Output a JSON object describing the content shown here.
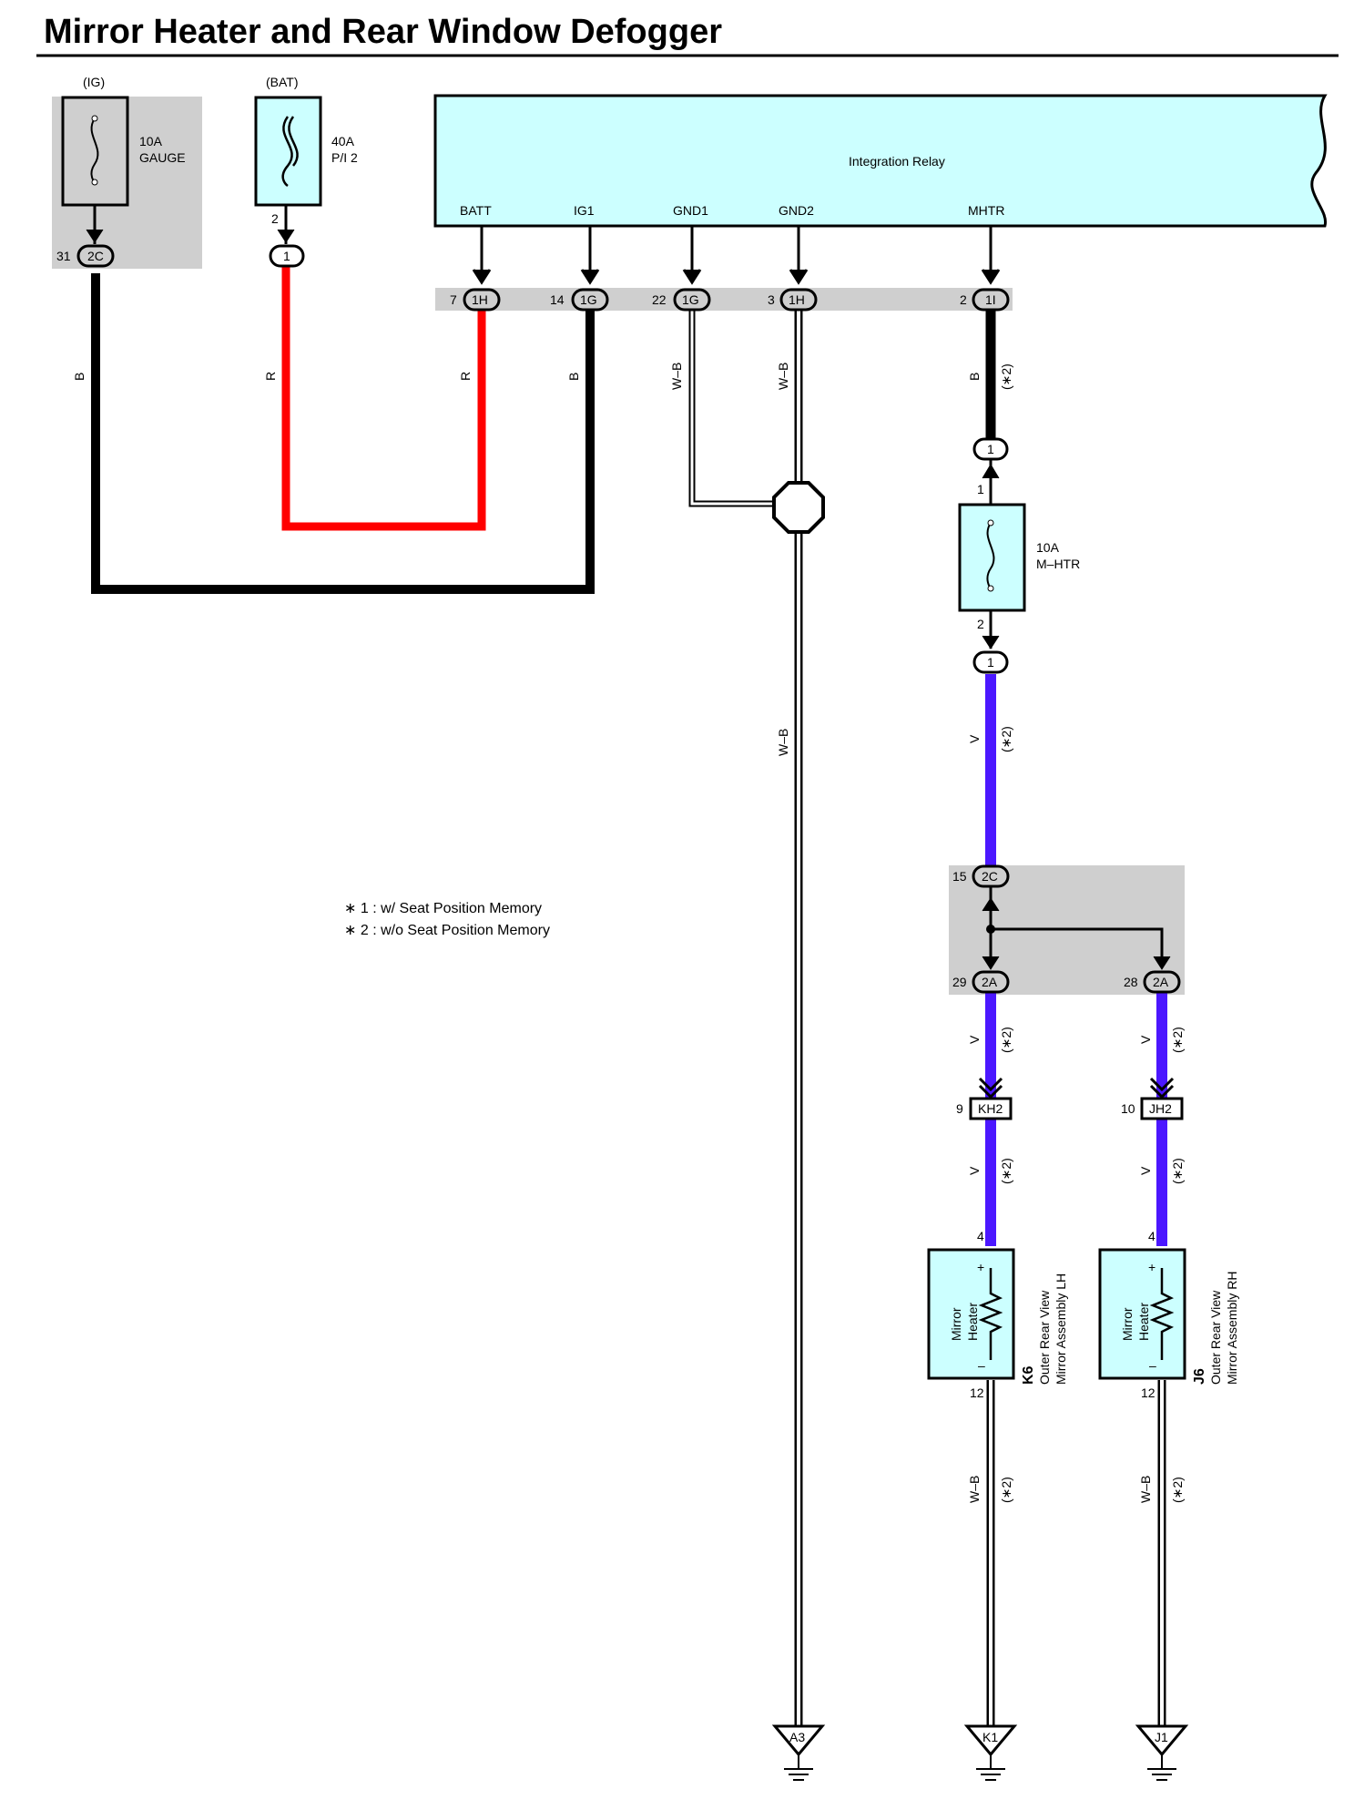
{
  "title": "Mirror Heater and Rear Window Defogger",
  "colors": {
    "wire_black": "#000000",
    "wire_red": "#ff0000",
    "wire_violet": "#4b17ff",
    "component_fill": "#ccffff",
    "junction_fill": "#cfcfcf"
  },
  "fuses": {
    "gauge": {
      "source": "(IG)",
      "rating": "10A",
      "name": "GAUGE"
    },
    "pi2": {
      "source": "(BAT)",
      "rating": "40A",
      "name": "P/I 2",
      "pin": "2"
    },
    "mhtr": {
      "rating": "10A",
      "name": "M–HTR",
      "pin_top": "1",
      "pin_bottom": "2"
    }
  },
  "relay": {
    "name": "Integration Relay",
    "terminals": [
      "BATT",
      "IG1",
      "GND1",
      "GND2",
      "MHTR"
    ]
  },
  "connectors": {
    "c_2c_31": {
      "pin": "31",
      "id": "2C"
    },
    "c_1_bat": {
      "id": "1"
    },
    "c_1h_7": {
      "pin": "7",
      "id": "1H"
    },
    "c_1g_14": {
      "pin": "14",
      "id": "1G"
    },
    "c_1g_22": {
      "pin": "22",
      "id": "1G"
    },
    "c_1h_3": {
      "pin": "3",
      "id": "1H"
    },
    "c_1i_2": {
      "pin": "2",
      "id": "1I"
    },
    "c_1_top": {
      "id": "1"
    },
    "c_1_bot": {
      "id": "1"
    },
    "c_2c_15": {
      "pin": "15",
      "id": "2C"
    },
    "c_2a_29": {
      "pin": "29",
      "id": "2A"
    },
    "c_2a_28": {
      "pin": "28",
      "id": "2A"
    },
    "c_kh2": {
      "pin": "9",
      "id": "KH2"
    },
    "c_jh2": {
      "pin": "10",
      "id": "JH2"
    }
  },
  "wires": {
    "b": "B",
    "r": "R",
    "wb": "W–B",
    "v": "V",
    "note2": "(∗2)"
  },
  "mirrors": {
    "lh": {
      "code": "K6",
      "line1": "Outer Rear View",
      "line2": "Mirror Assembly LH",
      "heater1": "Mirror",
      "heater2": "Heater",
      "plus": "+",
      "minus": "–",
      "pin_top": "4",
      "pin_bottom": "12"
    },
    "rh": {
      "code": "J6",
      "line1": "Outer Rear View",
      "line2": "Mirror Assembly RH",
      "heater1": "Mirror",
      "heater2": "Heater",
      "plus": "+",
      "minus": "–",
      "pin_top": "4",
      "pin_bottom": "12"
    }
  },
  "grounds": {
    "g1": "A3",
    "g2": "K1",
    "g3": "J1"
  },
  "notes": {
    "n1": "∗ 1 : w/ Seat Position Memory",
    "n2": "∗ 2 : w/o Seat Position Memory"
  }
}
